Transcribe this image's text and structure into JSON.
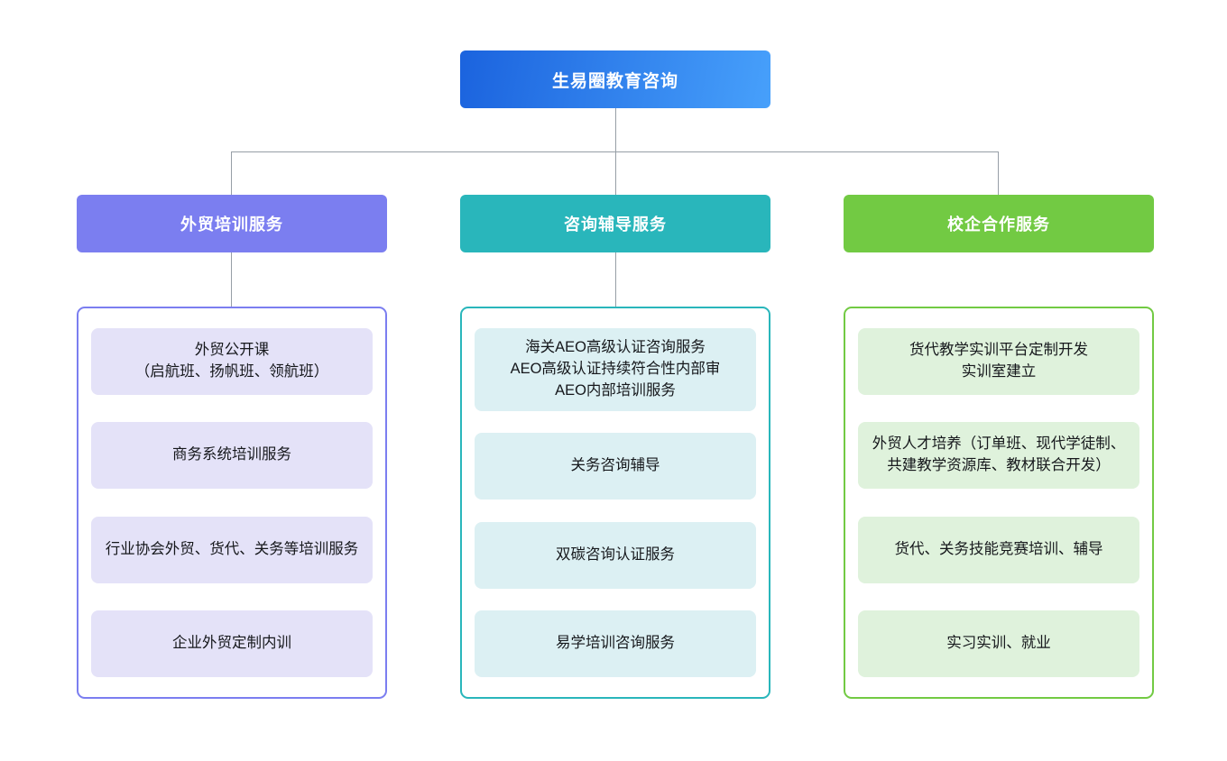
{
  "root": {
    "label": "生易圈教育咨询"
  },
  "branches": [
    {
      "label": "外贸培训服务",
      "color": "#7b7ef0",
      "item_bg": "#e4e2f8",
      "items": [
        "外贸公开课\n（启航班、扬帆班、领航班）",
        "商务系统培训服务",
        "行业协会外贸、货代、关务等培训服务",
        "企业外贸定制内训"
      ]
    },
    {
      "label": "咨询辅导服务",
      "color": "#29b6bb",
      "item_bg": "#dcf0f3",
      "items": [
        "海关AEO高级认证咨询服务\nAEO高级认证持续符合性内部审\nAEO内部培训服务",
        "关务咨询辅导",
        "双碳咨询认证服务",
        "易学培训咨询服务"
      ]
    },
    {
      "label": "校企合作服务",
      "color": "#72ca43",
      "item_bg": "#dff2dc",
      "items": [
        "货代教学实训平台定制开发\n实训室建立",
        "外贸人才培养（订单班、现代学徒制、共建教学资源库、教材联合开发）",
        "货代、关务技能竞赛培训、辅导",
        "实习实训、就业"
      ]
    }
  ],
  "colors": {
    "root_gradient_start": "#1b63de",
    "root_gradient_end": "#47a0fb",
    "connector": "#979ea6",
    "branch_training": "#7b7ef0",
    "branch_consulting": "#29b6bb",
    "branch_school": "#72ca43",
    "item_bg_training": "#e4e2f8",
    "item_bg_consulting": "#dcf0f3",
    "item_bg_school": "#dff2dc"
  }
}
